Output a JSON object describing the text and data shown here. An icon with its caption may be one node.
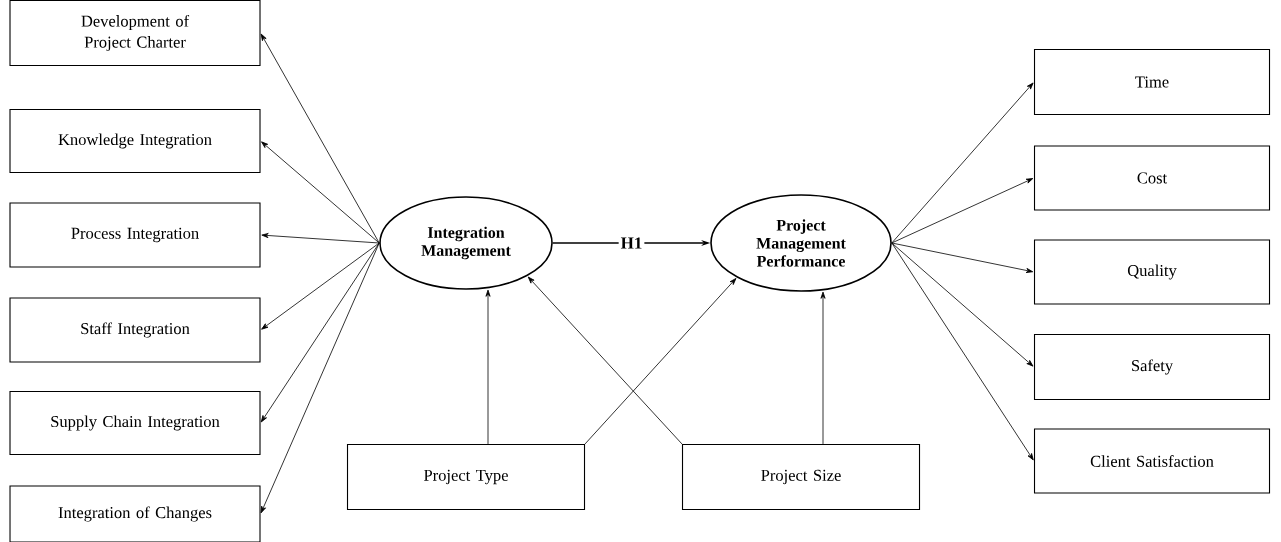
{
  "diagram": {
    "nodes": [
      {
        "text": [
          "Development of Project Charter"
        ]
      },
      {
        "text": [
          "Knowledge Integration"
        ]
      },
      {
        "text": [
          "Process Integration"
        ]
      },
      {
        "text": [
          "Staff Integration"
        ]
      },
      {
        "text": [
          "Supply Chain Integration"
        ]
      },
      {
        "text": [
          "Integration of Changes"
        ]
      },
      {
        "text": [
          "Integration Management"
        ]
      },
      {
        "text": [
          "Project Management Performance"
        ]
      },
      {
        "text": [
          "Time"
        ]
      },
      {
        "text": [
          "Cost"
        ]
      },
      {
        "text": [
          "Quality"
        ]
      },
      {
        "text": [
          "Safety"
        ]
      },
      {
        "text": [
          "Client Satisfaction"
        ]
      },
      {
        "text": [
          "Project Type"
        ]
      },
      {
        "text": [
          "Project Size"
        ]
      }
    ],
    "edges": [
      {
        "from": 6,
        "to": 0,
        "arrow": "to"
      },
      {
        "from": 6,
        "to": 1,
        "arrow": "to"
      },
      {
        "from": 6,
        "to": 2,
        "arrow": "to"
      },
      {
        "from": 6,
        "to": 3,
        "arrow": "to"
      },
      {
        "from": 6,
        "to": 4,
        "arrow": "to"
      },
      {
        "from": 6,
        "to": 5,
        "arrow": "to"
      },
      {
        "from": 6,
        "to": 7,
        "arrow": "to",
        "label": "H1"
      },
      {
        "from": 7,
        "to": 8,
        "arrow": "to"
      },
      {
        "from": 7,
        "to": 9,
        "arrow": "to"
      },
      {
        "from": 7,
        "to": 10,
        "arrow": "to"
      },
      {
        "from": 7,
        "to": 11,
        "arrow": "to"
      },
      {
        "from": 7,
        "to": 12,
        "arrow": "to"
      },
      {
        "from": 13,
        "to": 6,
        "arrow": "to"
      },
      {
        "from": 13,
        "to": 7,
        "arrow": "to"
      },
      {
        "from": 14,
        "to": 6,
        "arrow": "to"
      },
      {
        "from": 14,
        "to": 7,
        "arrow": "to"
      }
    ]
  }
}
